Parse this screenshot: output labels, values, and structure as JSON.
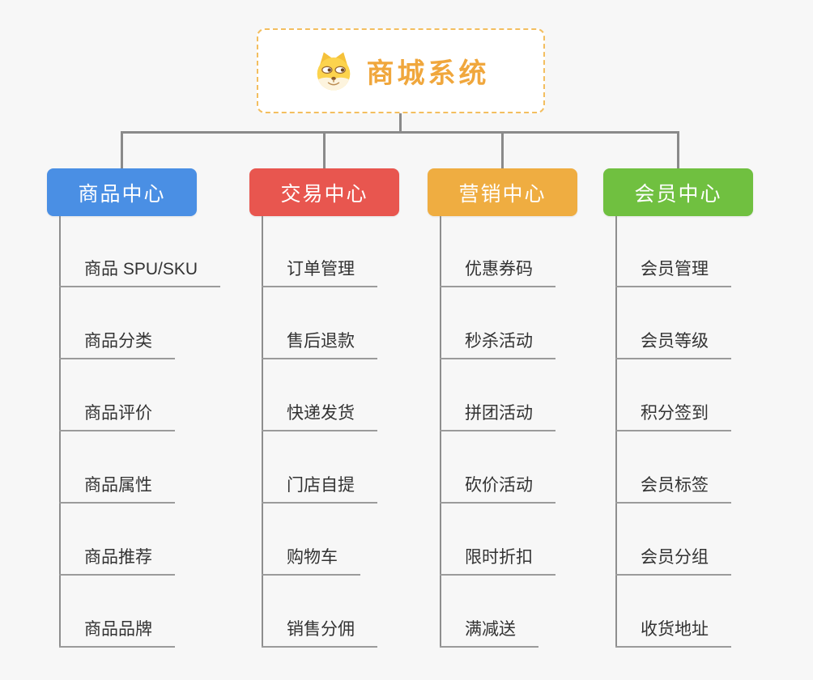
{
  "canvas": {
    "background": "#F7F7F7"
  },
  "root": {
    "title": "商城系统",
    "icon": "dog-face-icon",
    "text_color": "#F0A73D",
    "border_color": "#F3BE5F",
    "background": "#FFFFFF"
  },
  "connectors": {
    "color": "#8A8A8A"
  },
  "branches": [
    {
      "label": "商品中心",
      "color": "#4A8FE4",
      "children": [
        "商品 SPU/SKU",
        "商品分类",
        "商品评价",
        "商品属性",
        "商品推荐",
        "商品品牌"
      ]
    },
    {
      "label": "交易中心",
      "color": "#E8564F",
      "children": [
        "订单管理",
        "售后退款",
        "快递发货",
        "门店自提",
        "购物车",
        "销售分佣"
      ]
    },
    {
      "label": "营销中心",
      "color": "#EFAD41",
      "children": [
        "优惠券码",
        "秒杀活动",
        "拼团活动",
        "砍价活动",
        "限时折扣",
        "满减送"
      ]
    },
    {
      "label": "会员中心",
      "color": "#70C040",
      "children": [
        "会员管理",
        "会员等级",
        "积分签到",
        "会员标签",
        "会员分组",
        "收货地址"
      ]
    }
  ]
}
